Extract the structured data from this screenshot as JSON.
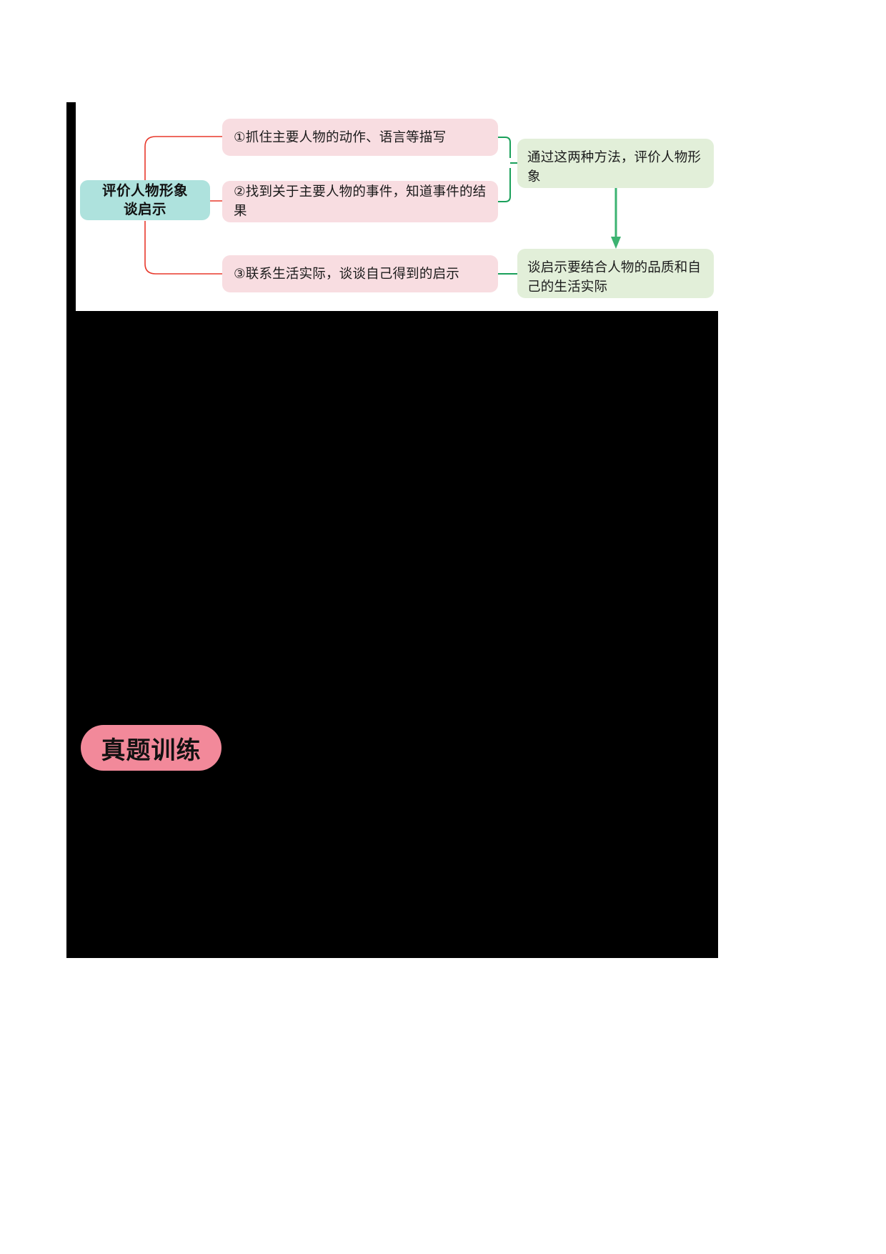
{
  "page": {
    "background_color": "#ffffff",
    "panel_color": "#000000"
  },
  "mindmap": {
    "root": {
      "label": "评价人物形象\n谈启示",
      "color": "#aee2dd"
    },
    "branches": [
      {
        "id": "branch-1",
        "label": "①抓住主要人物的动作、语言等描写",
        "color": "#f8dde1"
      },
      {
        "id": "branch-2",
        "label": "②找到关于主要人物的事件，知道事件的结果",
        "color": "#f8dde1"
      },
      {
        "id": "branch-3",
        "label": "③联系生活实际，谈谈自己得到的启示",
        "color": "#f8dde1"
      }
    ],
    "results": [
      {
        "id": "result-1",
        "label": "通过这两种方法，评价人物形象",
        "color": "#e2efd9"
      },
      {
        "id": "result-2",
        "label": "谈启示要结合人物的品质和自己的生活实际",
        "color": "#e2efd9"
      }
    ],
    "connector_colors": {
      "root_to_branch": "#e8392c",
      "branch_to_result": "#1aa05a",
      "arrow": "#3cb371"
    }
  },
  "badge": {
    "label": "真题训练",
    "color": "#f2899a"
  }
}
